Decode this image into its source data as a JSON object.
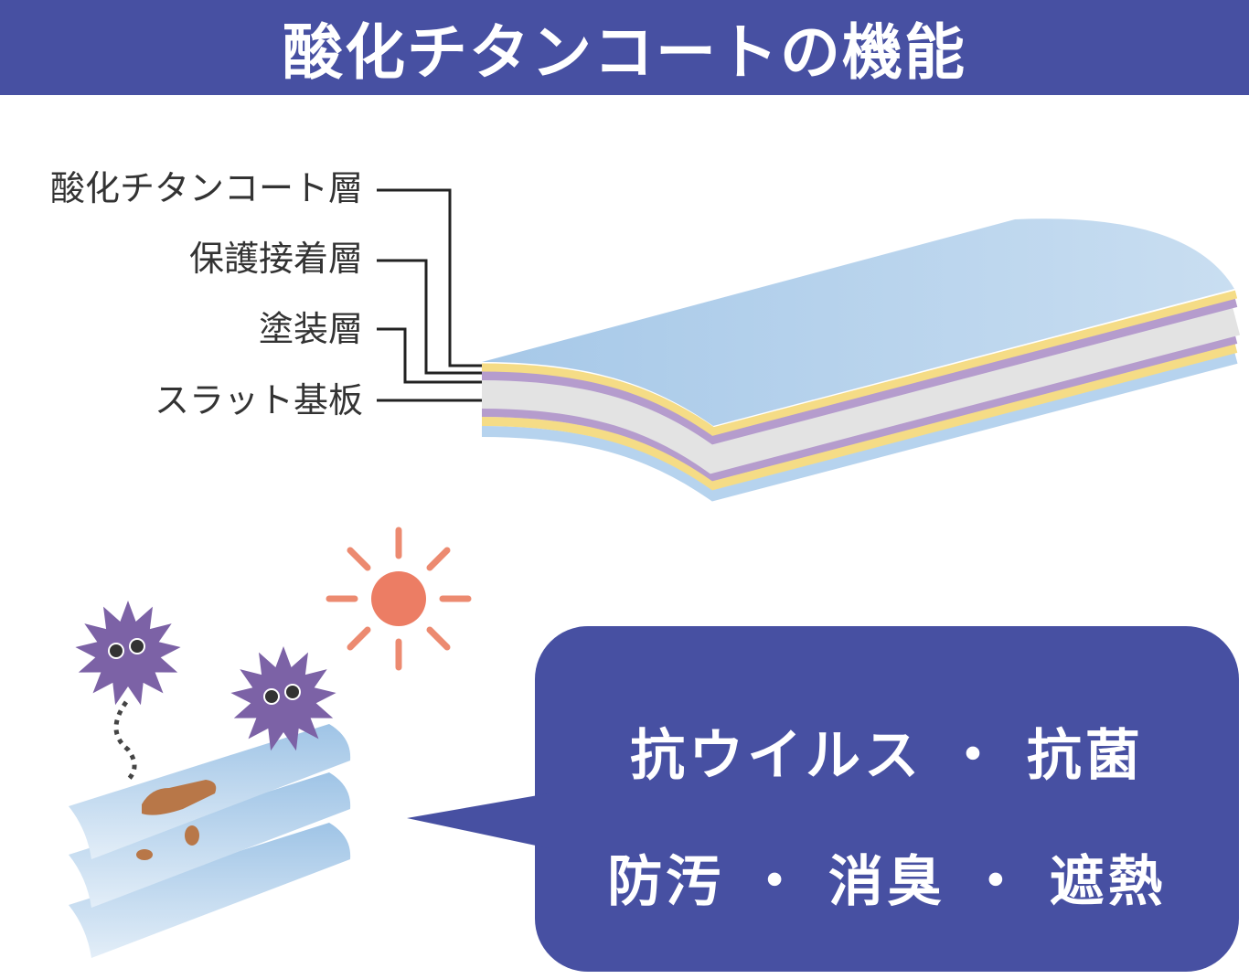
{
  "header": {
    "title": "酸化チタンコートの機能"
  },
  "layers": [
    {
      "label": "酸化チタンコート層"
    },
    {
      "label": "保護接着層"
    },
    {
      "label": "塗装層"
    },
    {
      "label": "スラット基板"
    }
  ],
  "functions": {
    "line1": "抗ウイルス ・ 抗菌",
    "line2": "防汚 ・ 消臭 ・ 遮熱"
  },
  "colors": {
    "header": "#4750a2",
    "bubble": "#4750a2",
    "coat": "#a9cbe8",
    "adhesive": "#f5dc86",
    "paint": "#b59ccd",
    "substrate": "#e3e3e3",
    "sun": "#ec7d64",
    "virus": "#7c62a6",
    "stain": "#b87748"
  }
}
